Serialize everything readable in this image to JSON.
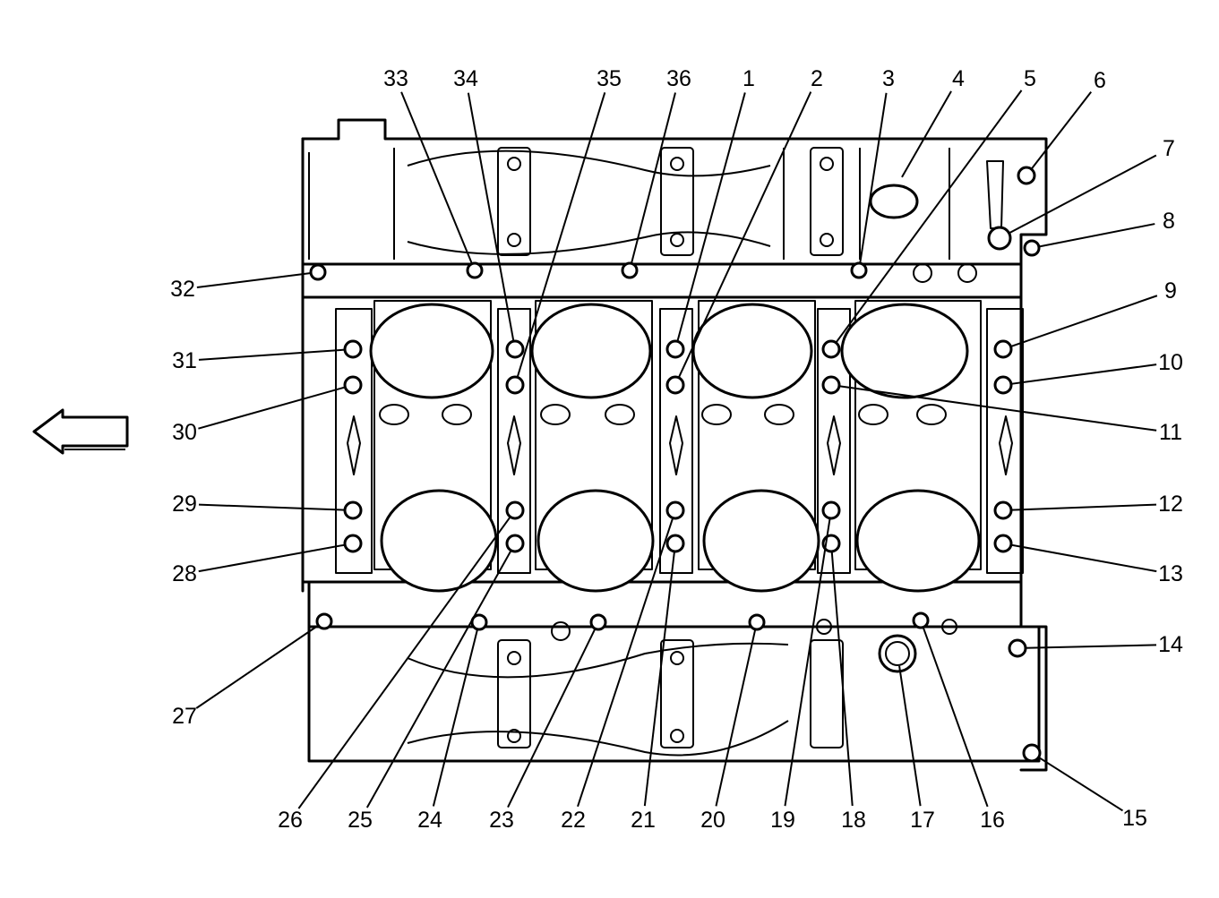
{
  "callouts": [
    {
      "number": "1"
    },
    {
      "number": "2"
    },
    {
      "number": "3"
    },
    {
      "number": "4"
    },
    {
      "number": "5"
    },
    {
      "number": "6"
    },
    {
      "number": "7"
    },
    {
      "number": "8"
    },
    {
      "number": "9"
    },
    {
      "number": "10"
    },
    {
      "number": "11"
    },
    {
      "number": "12"
    },
    {
      "number": "13"
    },
    {
      "number": "14"
    },
    {
      "number": "15"
    },
    {
      "number": "16"
    },
    {
      "number": "17"
    },
    {
      "number": "18"
    },
    {
      "number": "19"
    },
    {
      "number": "20"
    },
    {
      "number": "21"
    },
    {
      "number": "22"
    },
    {
      "number": "23"
    },
    {
      "number": "24"
    },
    {
      "number": "25"
    },
    {
      "number": "26"
    },
    {
      "number": "27"
    },
    {
      "number": "28"
    },
    {
      "number": "29"
    },
    {
      "number": "30"
    },
    {
      "number": "31"
    },
    {
      "number": "32"
    },
    {
      "number": "33"
    },
    {
      "number": "34"
    },
    {
      "number": "35"
    },
    {
      "number": "36"
    }
  ],
  "direction_arrow": {
    "icon": "left-arrow-icon"
  }
}
